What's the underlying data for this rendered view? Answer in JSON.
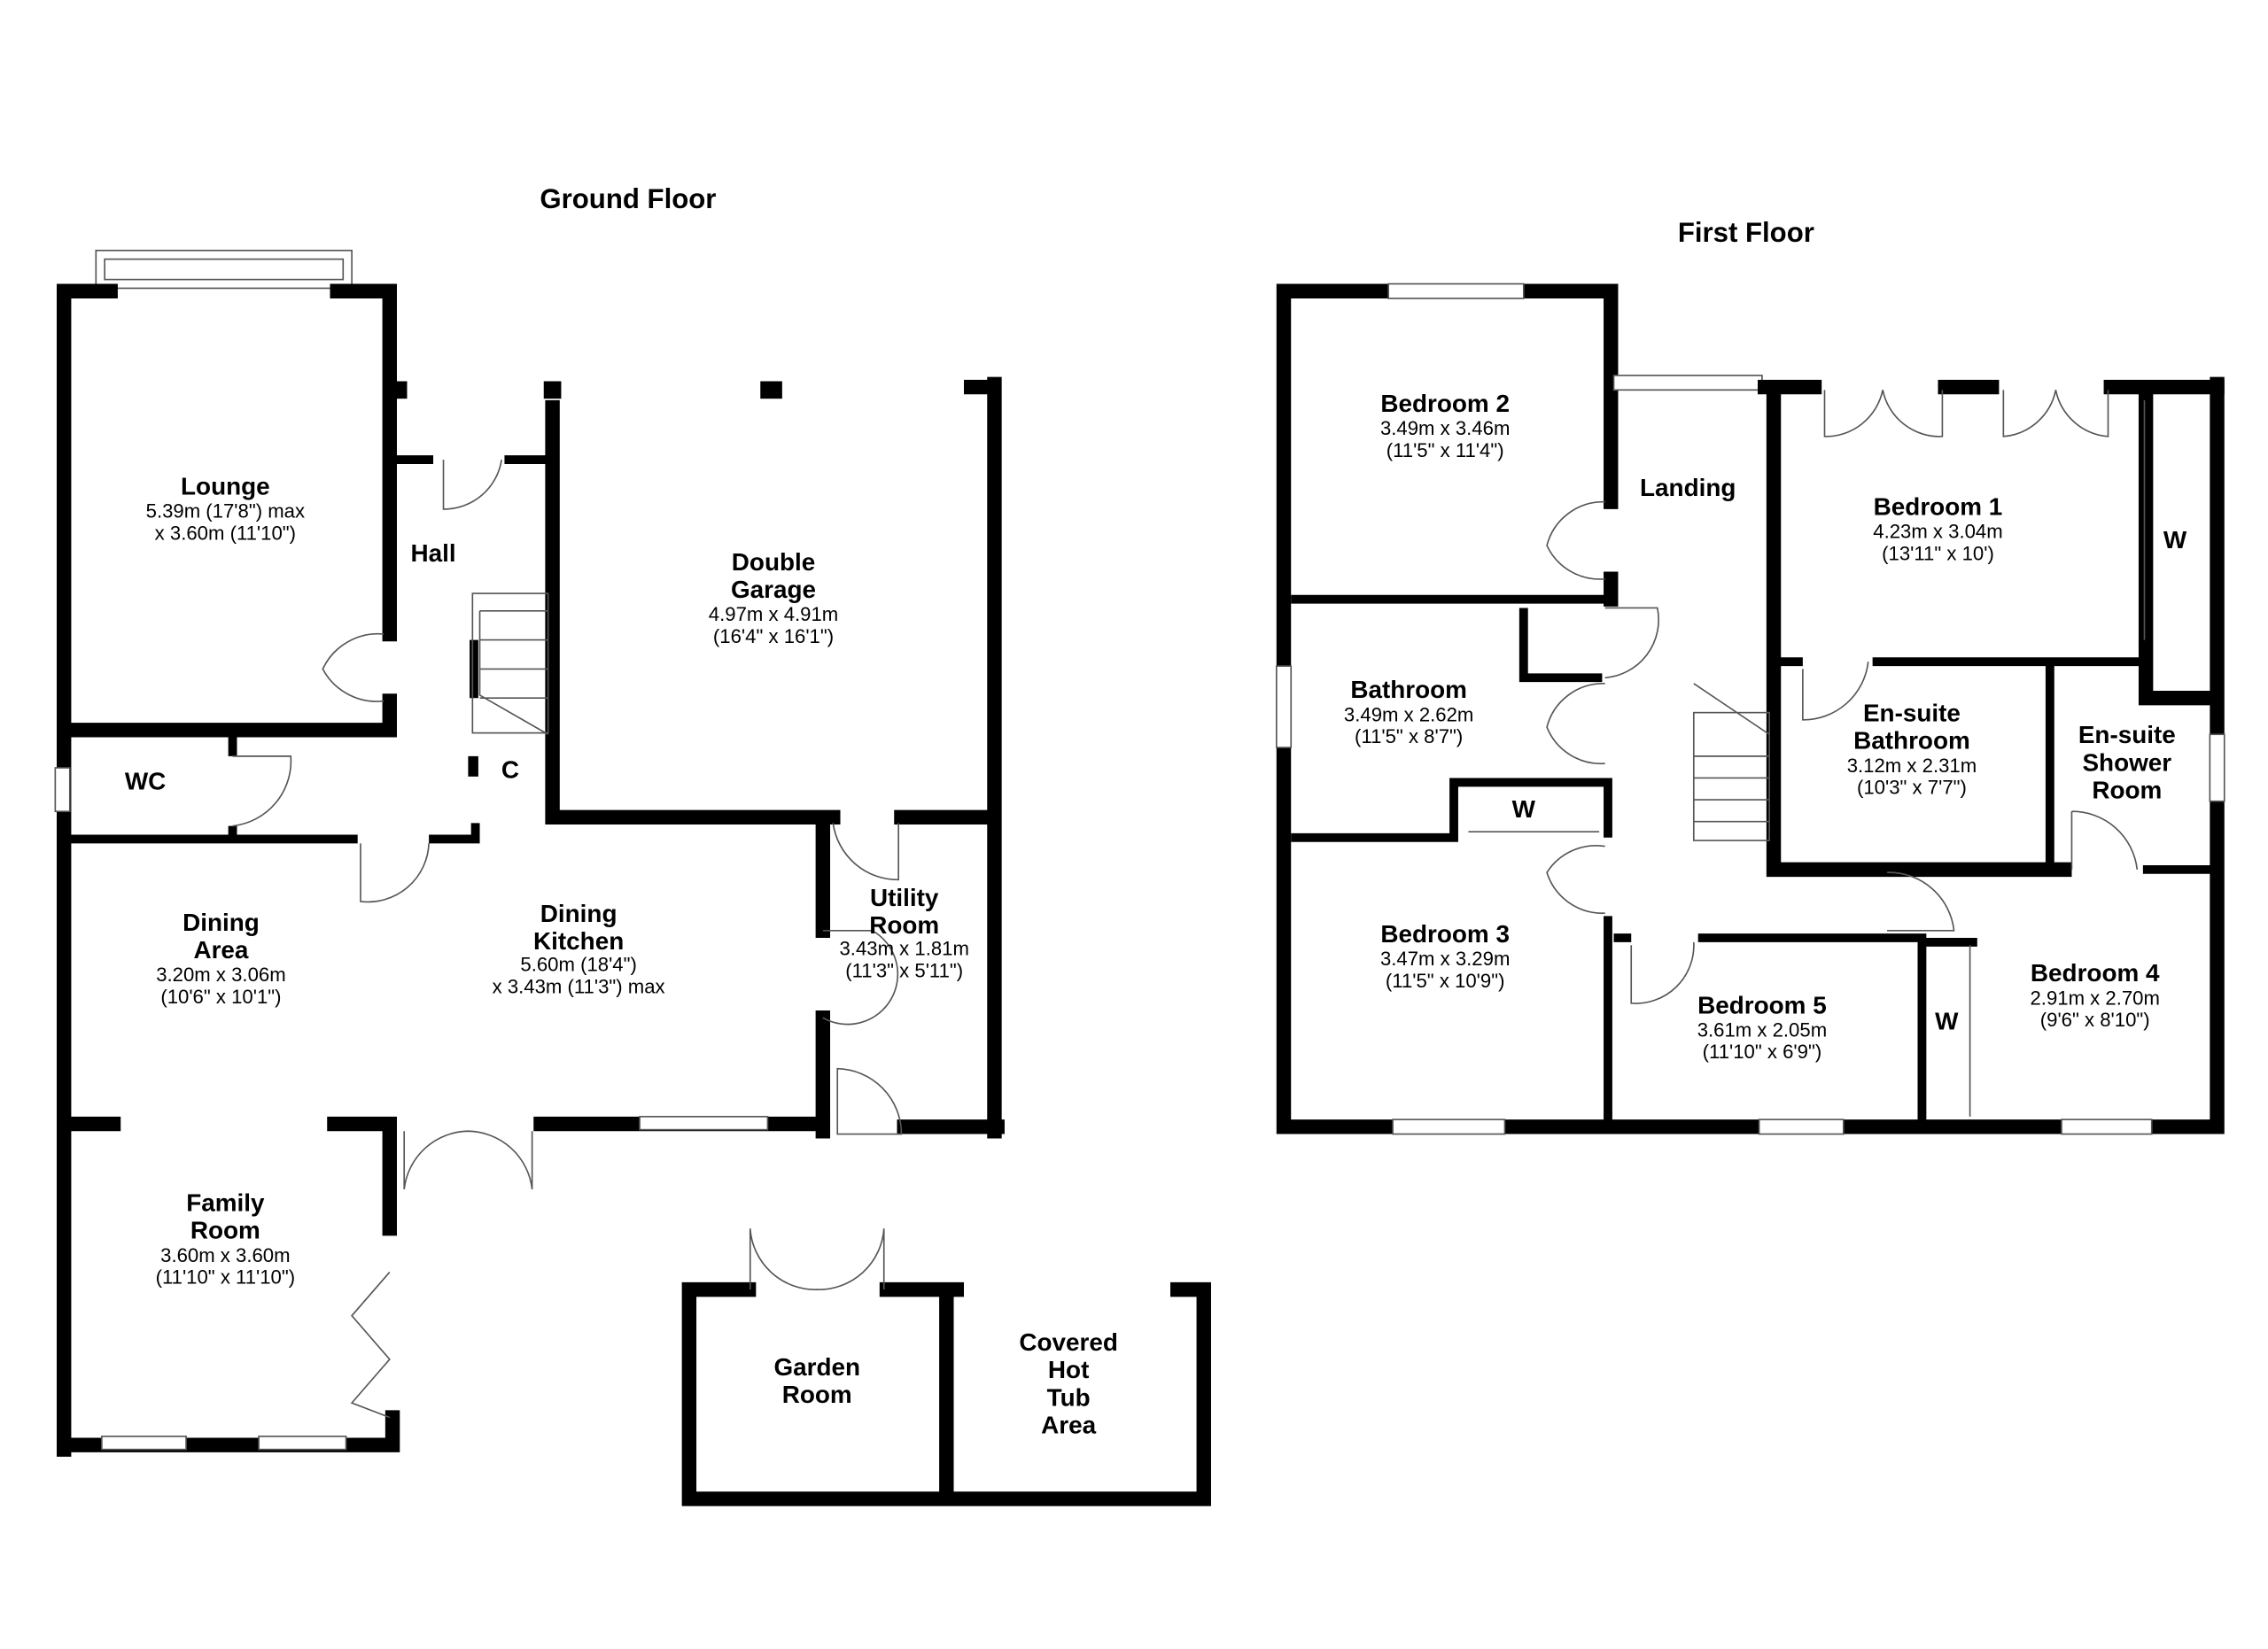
{
  "floors": {
    "ground": {
      "title": "Ground Floor",
      "rooms": {
        "lounge": {
          "name": [
            "Lounge"
          ],
          "dims": [
            "5.39m (17'8\") max",
            "x 3.60m (11'10\")"
          ]
        },
        "hall": {
          "name": [
            "Hall"
          ],
          "dims": []
        },
        "cupboard": {
          "name": [
            "C"
          ],
          "dims": []
        },
        "wc": {
          "name": [
            "WC"
          ],
          "dims": []
        },
        "garage": {
          "name": [
            "Double",
            "Garage"
          ],
          "dims": [
            "4.97m x 4.91m",
            "(16'4\" x 16'1\")"
          ]
        },
        "dining_area": {
          "name": [
            "Dining",
            "Area"
          ],
          "dims": [
            "3.20m x 3.06m",
            "(10'6\" x 10'1\")"
          ]
        },
        "dining_kitchen": {
          "name": [
            "Dining",
            "Kitchen"
          ],
          "dims": [
            "5.60m (18'4\")",
            "x 3.43m (11'3\") max"
          ]
        },
        "utility": {
          "name": [
            "Utility",
            "Room"
          ],
          "dims": [
            "3.43m x 1.81m",
            "(11'3\" x 5'11\")"
          ]
        },
        "family_room": {
          "name": [
            "Family",
            "Room"
          ],
          "dims": [
            "3.60m x 3.60m",
            "(11'10\" x 11'10\")"
          ]
        },
        "garden_room": {
          "name": [
            "Garden",
            "Room"
          ],
          "dims": []
        },
        "hot_tub": {
          "name": [
            "Covered",
            "Hot",
            "Tub",
            "Area"
          ],
          "dims": []
        }
      }
    },
    "first": {
      "title": "First Floor",
      "rooms": {
        "bedroom2": {
          "name": [
            "Bedroom 2"
          ],
          "dims": [
            "3.49m x 3.46m",
            "(11'5\" x 11'4\")"
          ]
        },
        "landing": {
          "name": [
            "Landing"
          ],
          "dims": []
        },
        "bedroom1": {
          "name": [
            "Bedroom 1"
          ],
          "dims": [
            "4.23m x 3.04m",
            "(13'11\" x 10')"
          ]
        },
        "wardrobe1": {
          "name": [
            "W"
          ],
          "dims": []
        },
        "bathroom": {
          "name": [
            "Bathroom"
          ],
          "dims": [
            "3.49m x 2.62m",
            "(11'5\" x 8'7\")"
          ]
        },
        "wardrobe2": {
          "name": [
            "W"
          ],
          "dims": []
        },
        "ensuite_bath": {
          "name": [
            "En-suite",
            "Bathroom"
          ],
          "dims": [
            "3.12m x 2.31m",
            "(10'3\" x 7'7\")"
          ]
        },
        "ensuite_shower": {
          "name": [
            "En-suite",
            "Shower",
            "Room"
          ],
          "dims": []
        },
        "bedroom3": {
          "name": [
            "Bedroom 3"
          ],
          "dims": [
            "3.47m x 3.29m",
            "(11'5\" x 10'9\")"
          ]
        },
        "bedroom5": {
          "name": [
            "Bedroom 5"
          ],
          "dims": [
            "3.61m x 2.05m",
            "(11'10\" x 6'9\")"
          ]
        },
        "wardrobe3": {
          "name": [
            "W"
          ],
          "dims": []
        },
        "bedroom4": {
          "name": [
            "Bedroom 4"
          ],
          "dims": [
            "2.91m x 2.70m",
            "(9'6\" x 8'10\")"
          ]
        }
      }
    }
  }
}
